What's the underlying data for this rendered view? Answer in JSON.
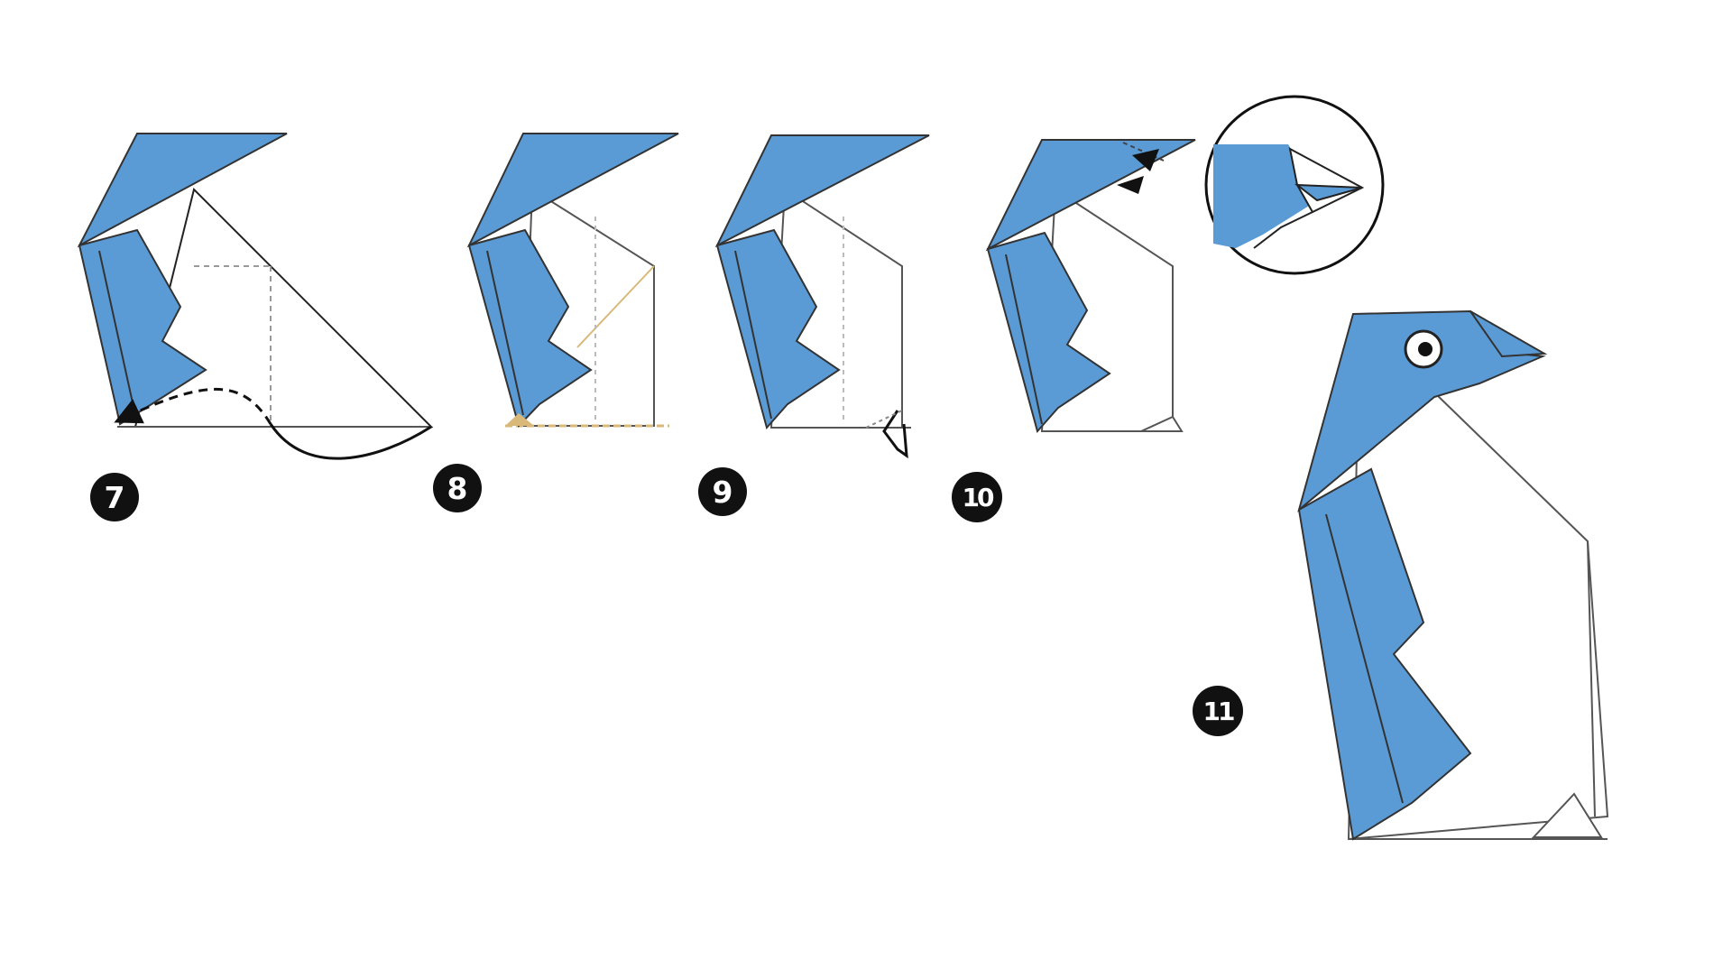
{
  "diagram": {
    "colors": {
      "paper_blue": "#5b9bd5",
      "paper_white": "#ffffff",
      "line": "#222222",
      "guide": "#b0b0b0",
      "tan_guide": "#d9b97a",
      "badge": "#111111"
    },
    "steps": [
      {
        "number": "7"
      },
      {
        "number": "8"
      },
      {
        "number": "9"
      },
      {
        "number": "10"
      },
      {
        "number": "11"
      }
    ]
  }
}
